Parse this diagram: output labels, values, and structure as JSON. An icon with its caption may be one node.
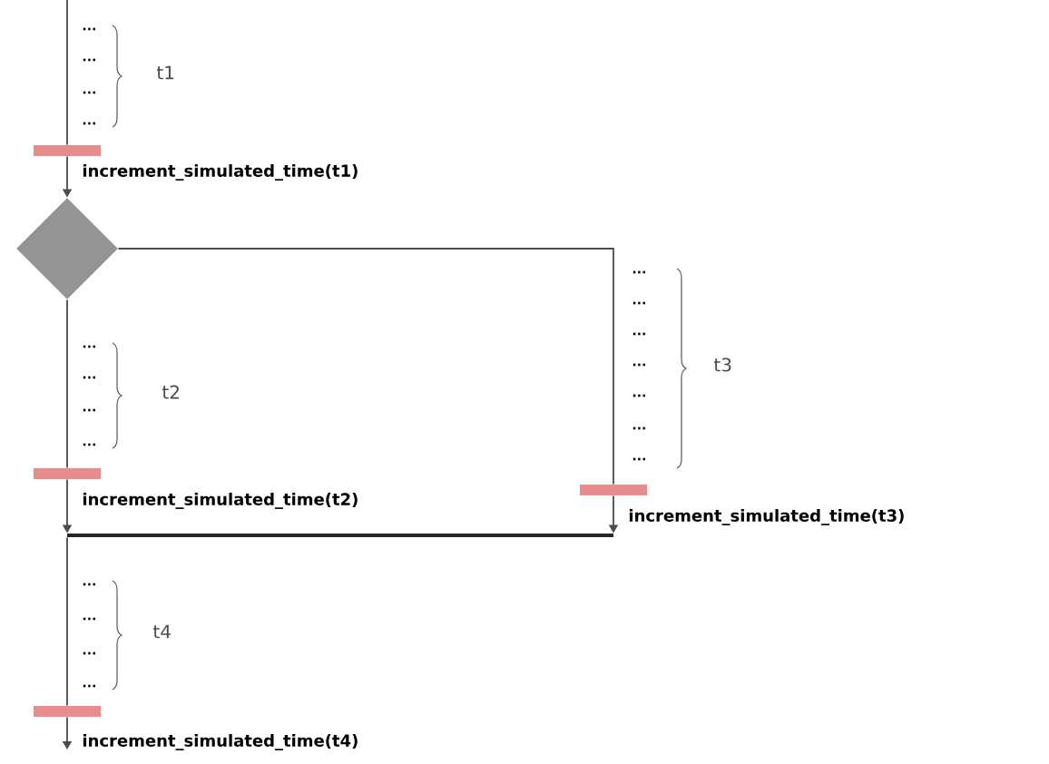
{
  "diagram": {
    "nodes": [
      {
        "text": [],
        "shape": "bar",
        "beside": [
          "increment_simulated_time(t1)"
        ]
      },
      {
        "text": [],
        "shape": "diamond"
      },
      {
        "text": [],
        "shape": "bar",
        "beside": [
          "increment_simulated_time(t2)"
        ]
      },
      {
        "text": [],
        "shape": "bar",
        "beside": [
          "increment_simulated_time(t3)"
        ]
      },
      {
        "text": [],
        "shape": "bar"
      },
      {
        "text": [],
        "shape": "bar",
        "beside": [
          "increment_simulated_time(t4)"
        ]
      }
    ],
    "edges": [
      {
        "from": null,
        "to": 0,
        "arrow": "none"
      },
      {
        "from": 0,
        "to": 1,
        "arrow": "to"
      },
      {
        "from": 1,
        "to": 2,
        "arrow": "none"
      },
      {
        "from": 1,
        "to": 3,
        "arrow": "none"
      },
      {
        "from": 2,
        "to": 4,
        "arrow": "to"
      },
      {
        "from": 3,
        "to": 4,
        "arrow": "to"
      },
      {
        "from": 4,
        "to": 5,
        "arrow": "none"
      },
      {
        "from": 5,
        "to": null,
        "arrow": "to"
      }
    ],
    "labels": [
      "...",
      "...",
      "...",
      "...",
      "t1",
      "...",
      "...",
      "...",
      "...",
      "t2",
      "...",
      "...",
      "...",
      "...",
      "...",
      "...",
      "...",
      "t3",
      "...",
      "...",
      "...",
      "...",
      "t4"
    ]
  }
}
